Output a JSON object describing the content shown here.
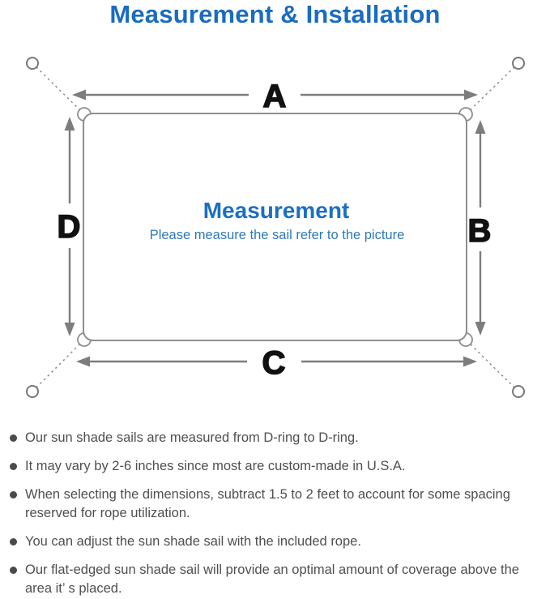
{
  "header": {
    "title": "Measurement & Installation"
  },
  "diagram": {
    "labels": {
      "a": "A",
      "b": "B",
      "c": "C",
      "d": "D"
    },
    "center_title": "Measurement",
    "center_subtitle": "Please measure the sail refer to the picture"
  },
  "notes": {
    "items": [
      "Our sun shade sails are measured from D-ring to D-ring.",
      "It may vary by 2-6 inches since most are custom-made in U.S.A.",
      "When selecting the dimensions, subtract 1.5 to 2 feet to account for some spacing reserved for rope utilization.",
      "You can adjust the sun shade sail with the included rope.",
      "Our flat-edged sun shade sail will provide an optimal amount of coverage above the area it’ s placed."
    ]
  },
  "colors": {
    "accent_blue": "#1a6cbf",
    "center_title_blue": "#1b6fc4",
    "subtitle_blue": "#2e79b5",
    "line_gray": "#7d7d7d",
    "outline_gray": "#8f8f8f",
    "note_text_gray": "#4f4f4f"
  }
}
